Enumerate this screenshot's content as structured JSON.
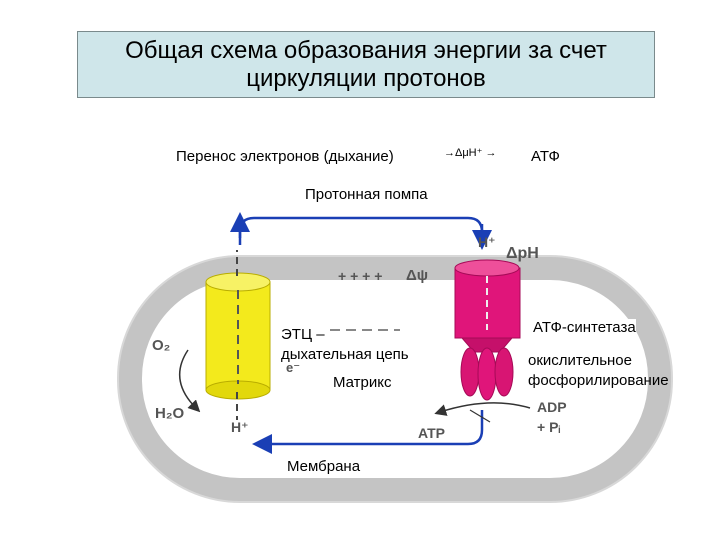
{
  "title": {
    "line1": "Общая схема образования энергии за счет",
    "line2": "циркуляции протонов"
  },
  "header_row": {
    "left": "Перенос электронов (дыхание)",
    "middle": "→ΔμH⁺ →",
    "right": "АТФ"
  },
  "proton_pump_label": "Протонная помпа",
  "etc_label_line1": "ЭТЦ –",
  "etc_label_line2": "дыхательная цепь",
  "matrix_label": "Матрикс",
  "membrane_label": "Мембрана",
  "atp_synthase_label": "АТФ-синтетаза",
  "oxphos_line1": "окислительное",
  "oxphos_line2": "фосфорилирование",
  "figure_labels": {
    "h_plus_top": "H⁺",
    "h_plus_bottom": "H⁺",
    "delta_ph": "ΔpH",
    "delta_psi": "Δψ",
    "charges": "+ + + +",
    "o2": "O₂",
    "h2o": "H₂O",
    "electron": "e⁻",
    "atp": "ATP",
    "adp": "ADP",
    "pi": "+ Pᵢ"
  },
  "colors": {
    "membrane": "#bdbdbd",
    "pump": "#f3ea1c",
    "synthase": "#e0157a",
    "proton_path": "#1a3fb5",
    "title_bg": "#cfe6ea"
  }
}
